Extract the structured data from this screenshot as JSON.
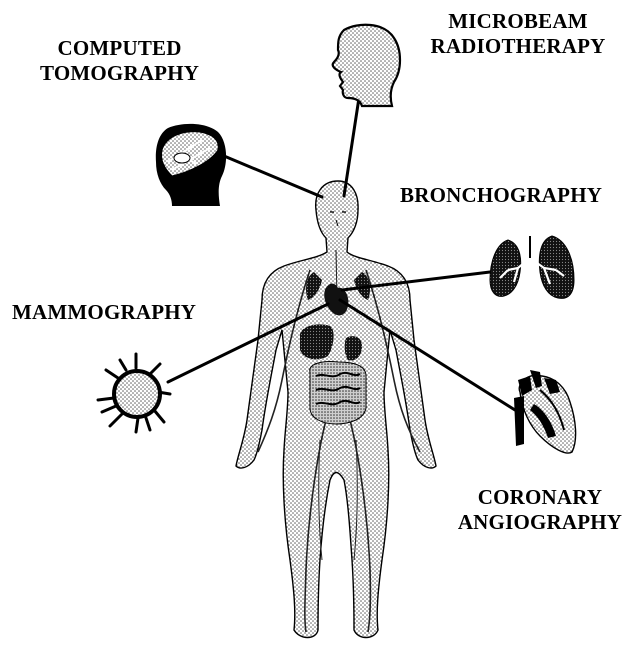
{
  "labels": {
    "computed_tomography": [
      "COMPUTED",
      "TOMOGRAPHY"
    ],
    "microbeam_radiotherapy": [
      "MICROBEAM",
      "RADIOTHERAPY"
    ],
    "bronchography": "BRONCHOGRAPHY",
    "mammography": "MAMMOGRAPHY",
    "coronary_angiography": [
      "CORONARY",
      "ANGIOGRAPHY"
    ]
  },
  "icons": [
    "head-profile-icon",
    "head-scan-icon",
    "lungs-icon",
    "breast-tumor-icon",
    "heart-icon",
    "human-body-icon"
  ],
  "colors": {
    "ink": "#000000",
    "paper": "#ffffff",
    "stipple": "#8a8a8a"
  }
}
